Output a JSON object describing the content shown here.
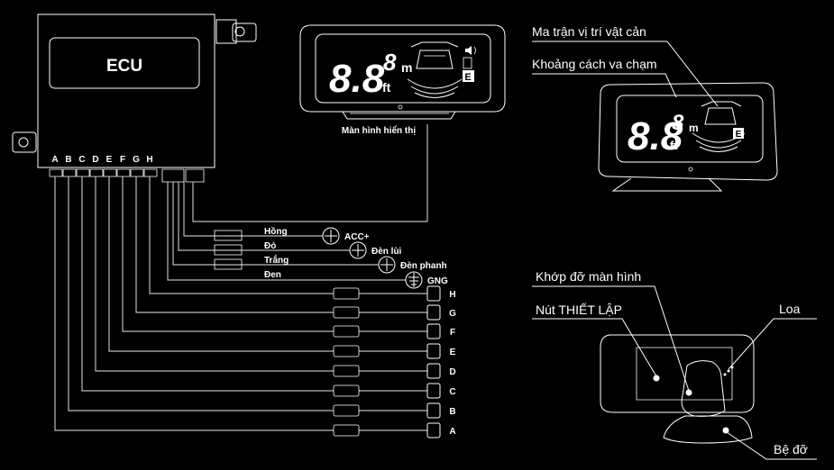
{
  "ecu": {
    "title": "ECU",
    "pins": [
      "A",
      "B",
      "C",
      "D",
      "E",
      "F",
      "G",
      "H"
    ]
  },
  "display": {
    "caption": "Màn hình hiển thị",
    "digits": "8.8",
    "digit_small": "8",
    "unit_m": "m",
    "unit_ft": "ft",
    "e_mark": "E"
  },
  "wires": [
    {
      "color": "Hồng",
      "target": "ACC+"
    },
    {
      "color": "Đỏ",
      "target": "Đèn lùi"
    },
    {
      "color": "Trắng",
      "target": "Đèn phanh"
    },
    {
      "color": "Đen",
      "target": "GNG"
    }
  ],
  "sensors": [
    "H",
    "G",
    "F",
    "E",
    "D",
    "C",
    "B",
    "A"
  ],
  "callouts": {
    "matrix": "Ma trận vị trí vật cản",
    "distance": "Khoảng cách va chạm",
    "mount_joint": "Khớp đỡ màn hình",
    "setup_button": "Nút THIẾT LẬP",
    "speaker": "Loa",
    "base": "Bệ đỡ"
  },
  "colors": {
    "background": "#000000",
    "line": "#ffffff",
    "ecu_fill": "#000000"
  }
}
